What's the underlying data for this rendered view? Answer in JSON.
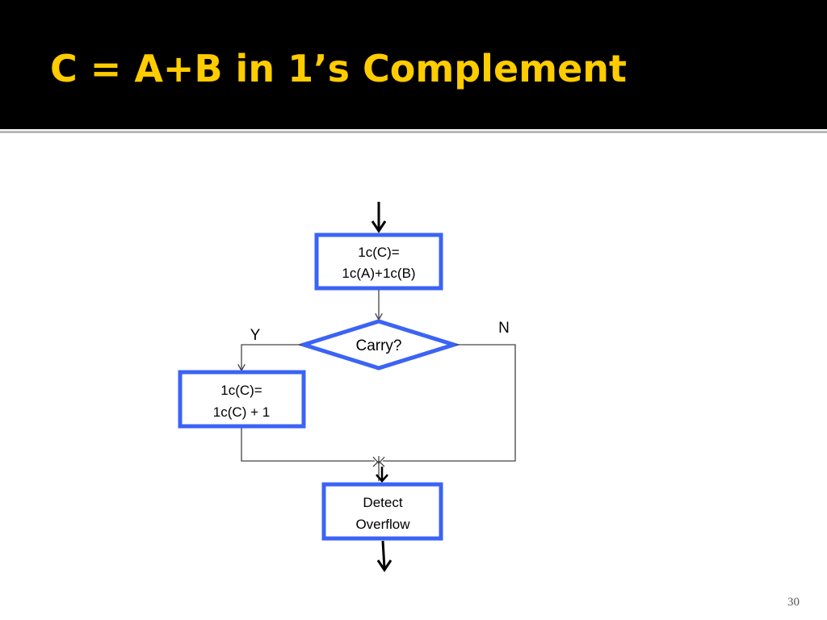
{
  "slide": {
    "title": "C = A+B in 1’s Complement",
    "page_number": "30"
  },
  "flowchart": {
    "nodes": {
      "compute": {
        "line1": "1c(C)=",
        "line2": "1c(A)+1c(B)"
      },
      "decision": {
        "label": "Carry?"
      },
      "add_one": {
        "line1": "1c(C)=",
        "line2": "1c(C) + 1"
      },
      "detect": {
        "line1": "Detect",
        "line2": "Overflow"
      }
    },
    "branches": {
      "yes_label": "Y",
      "no_label": "N"
    }
  },
  "colors": {
    "title_bar": "#000000",
    "title_text": "#FFCC00",
    "box_border": "#3B63F5",
    "connector": "#444444"
  }
}
